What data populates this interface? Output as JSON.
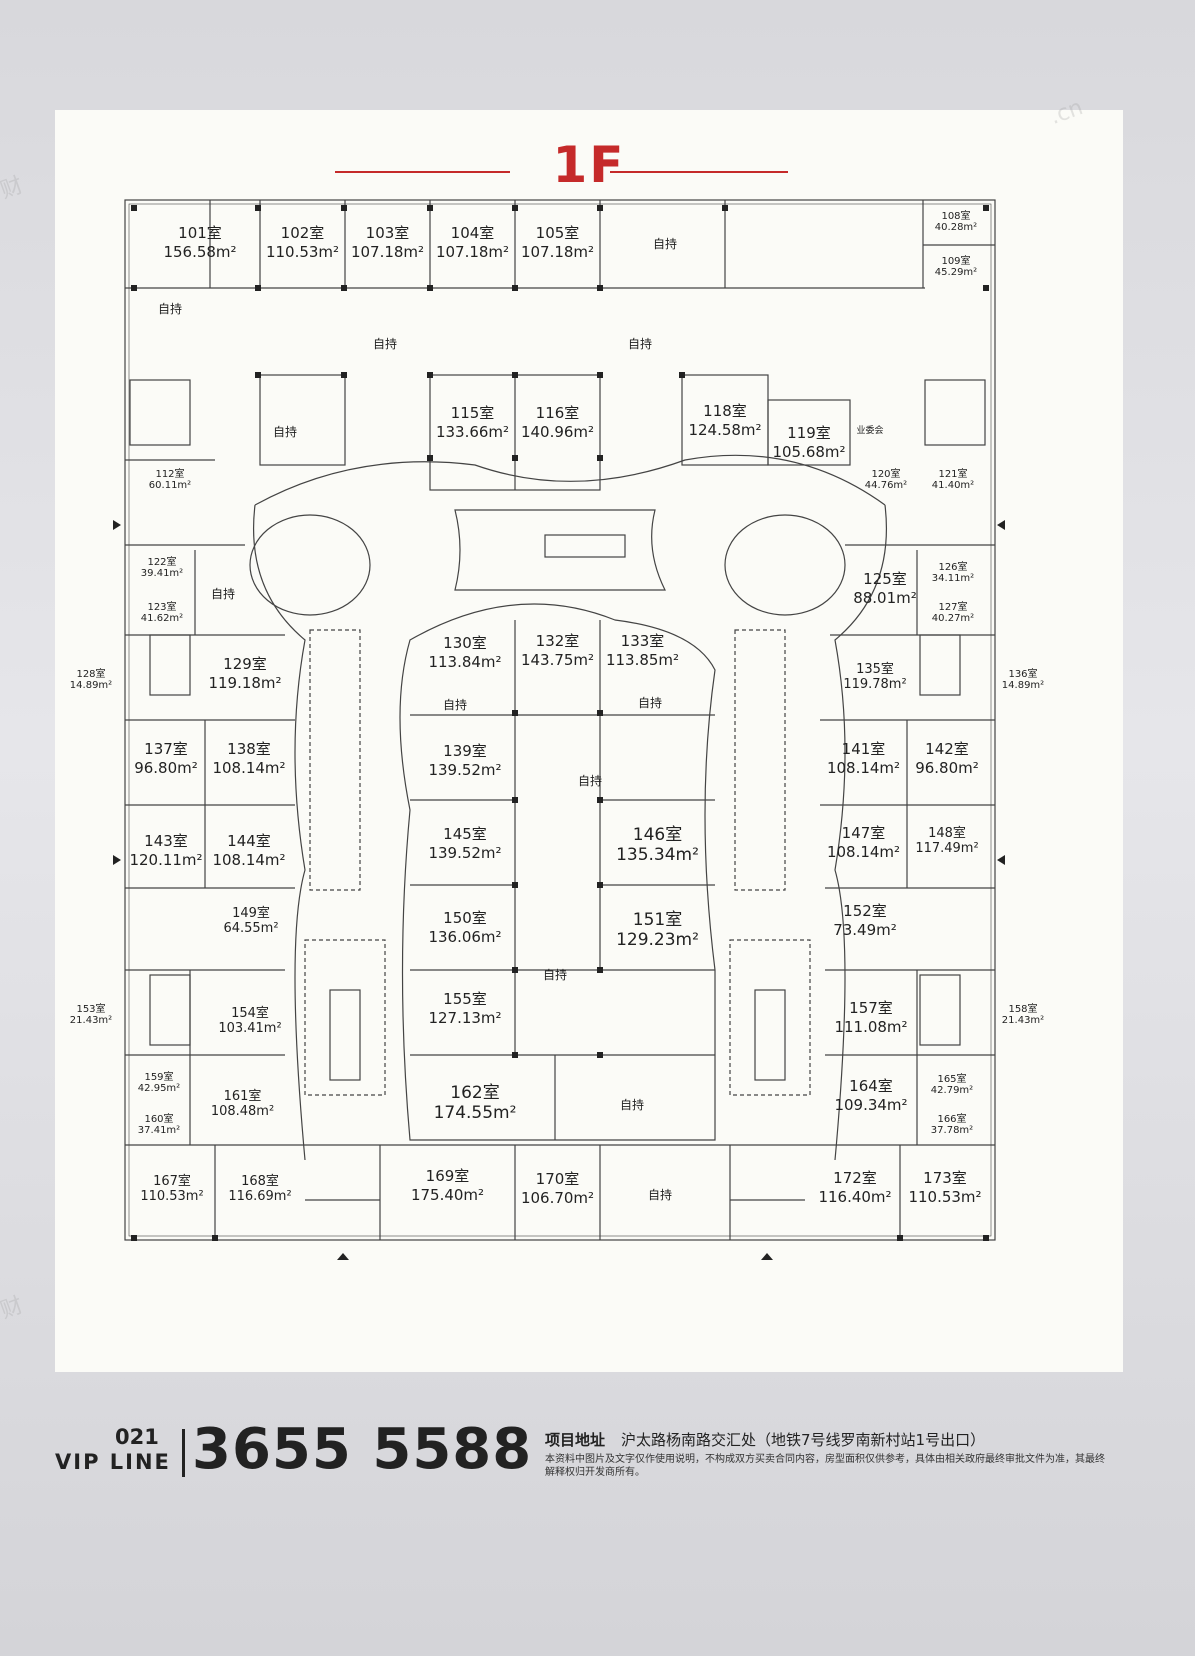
{
  "floor_title": "1F",
  "self_held_label": "自持",
  "committee_label": "业委会",
  "units": [
    {
      "no": "101室",
      "area": "156.58m²"
    },
    {
      "no": "102室",
      "area": "110.53m²"
    },
    {
      "no": "103室",
      "area": "107.18m²"
    },
    {
      "no": "104室",
      "area": "107.18m²"
    },
    {
      "no": "105室",
      "area": "107.18m²"
    },
    {
      "no": "108室",
      "area": "40.28m²"
    },
    {
      "no": "109室",
      "area": "45.29m²"
    },
    {
      "no": "112室",
      "area": "60.11m²"
    },
    {
      "no": "115室",
      "area": "133.66m²"
    },
    {
      "no": "116室",
      "area": "140.96m²"
    },
    {
      "no": "118室",
      "area": "124.58m²"
    },
    {
      "no": "119室",
      "area": "105.68m²"
    },
    {
      "no": "120室",
      "area": "44.76m²"
    },
    {
      "no": "121室",
      "area": "41.40m²"
    },
    {
      "no": "122室",
      "area": "39.41m²"
    },
    {
      "no": "123室",
      "area": "41.62m²"
    },
    {
      "no": "125室",
      "area": "88.01m²"
    },
    {
      "no": "126室",
      "area": "34.11m²"
    },
    {
      "no": "127室",
      "area": "40.27m²"
    },
    {
      "no": "128室",
      "area": "14.89m²"
    },
    {
      "no": "129室",
      "area": "119.18m²"
    },
    {
      "no": "130室",
      "area": "113.84m²"
    },
    {
      "no": "132室",
      "area": "143.75m²"
    },
    {
      "no": "133室",
      "area": "113.85m²"
    },
    {
      "no": "135室",
      "area": "119.78m²"
    },
    {
      "no": "136室",
      "area": "14.89m²"
    },
    {
      "no": "137室",
      "area": "96.80m²"
    },
    {
      "no": "138室",
      "area": "108.14m²"
    },
    {
      "no": "139室",
      "area": "139.52m²"
    },
    {
      "no": "141室",
      "area": "108.14m²"
    },
    {
      "no": "142室",
      "area": "96.80m²"
    },
    {
      "no": "143室",
      "area": "120.11m²"
    },
    {
      "no": "144室",
      "area": "108.14m²"
    },
    {
      "no": "145室",
      "area": "139.52m²"
    },
    {
      "no": "146室",
      "area": "135.34m²"
    },
    {
      "no": "147室",
      "area": "108.14m²"
    },
    {
      "no": "148室",
      "area": "117.49m²"
    },
    {
      "no": "149室",
      "area": "64.55m²"
    },
    {
      "no": "150室",
      "area": "136.06m²"
    },
    {
      "no": "151室",
      "area": "129.23m²"
    },
    {
      "no": "152室",
      "area": "73.49m²"
    },
    {
      "no": "153室",
      "area": "21.43m²"
    },
    {
      "no": "154室",
      "area": "103.41m²"
    },
    {
      "no": "155室",
      "area": "127.13m²"
    },
    {
      "no": "157室",
      "area": "111.08m²"
    },
    {
      "no": "158室",
      "area": "21.43m²"
    },
    {
      "no": "159室",
      "area": "42.95m²"
    },
    {
      "no": "160室",
      "area": "37.41m²"
    },
    {
      "no": "161室",
      "area": "108.48m²"
    },
    {
      "no": "162室",
      "area": "174.55m²"
    },
    {
      "no": "164室",
      "area": "109.34m²"
    },
    {
      "no": "165室",
      "area": "42.79m²"
    },
    {
      "no": "166室",
      "area": "37.78m²"
    },
    {
      "no": "167室",
      "area": "110.53m²"
    },
    {
      "no": "168室",
      "area": "116.69m²"
    },
    {
      "no": "169室",
      "area": "175.40m²"
    },
    {
      "no": "170室",
      "area": "106.70m²"
    },
    {
      "no": "172室",
      "area": "116.40m²"
    },
    {
      "no": "173室",
      "area": "110.53m²"
    }
  ],
  "footer": {
    "code": "021",
    "vip": "VIP LINE",
    "phone": "3655 5588",
    "address_label": "项目地址",
    "address_value": "沪太路杨南路交汇处（地铁7号线罗南新村站1号出口）",
    "disclaimer": "本资料中图片及文字仅作使用说明，不构成双方买卖合同内容，房型面积仅供参考，具体由相关政府最终审批文件为准，其最终解释权归开发商所有。"
  }
}
